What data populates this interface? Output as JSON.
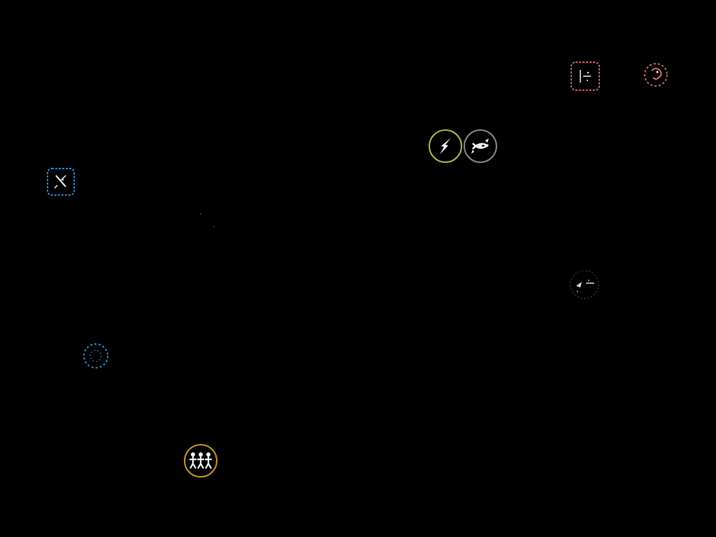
{
  "board": {
    "background": "#000000",
    "tokens": [
      {
        "id": "tok-sq-pink",
        "shape": "rounded-square",
        "color": "#c96a6a",
        "icon": "tool-icon"
      },
      {
        "id": "tok-ci-pink",
        "shape": "circle",
        "color": "#c96a6a",
        "icon": "creature-icon"
      },
      {
        "id": "tok-ci-green",
        "shape": "circle",
        "color": "#a6c24a",
        "icon": "lightning-icon"
      },
      {
        "id": "tok-ci-gray",
        "shape": "circle",
        "color": "#8a8a8a",
        "icon": "crossed-arrows-icon"
      },
      {
        "id": "tok-sq-blue",
        "shape": "rounded-square",
        "color": "#2a8fd6",
        "icon": "sword-icon"
      },
      {
        "id": "tok-dot",
        "shape": "faint-marker",
        "color": "#3a3a3a",
        "icon": "faint-dot-icon"
      },
      {
        "id": "tok-ci-dark",
        "shape": "circle",
        "color": "#3a3a3a",
        "icon": "wing-icon"
      },
      {
        "id": "tok-ci-blue",
        "shape": "circle",
        "color": "#2a8fd6",
        "icon": "ring-icon"
      },
      {
        "id": "tok-ci-gold",
        "shape": "circle",
        "color": "#c9962e",
        "icon": "three-figures-icon"
      }
    ]
  }
}
